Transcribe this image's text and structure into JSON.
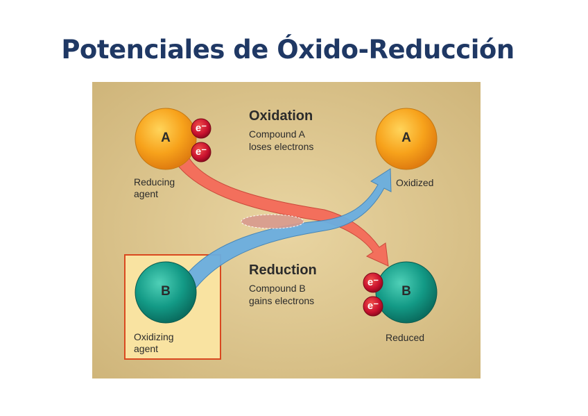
{
  "slide": {
    "title": "Potenciales de Óxido-Reducción"
  },
  "diagram": {
    "background_color": "#dcc58e",
    "oxidation": {
      "heading": "Oxidation",
      "line1": "Compound A",
      "line2": "loses electrons"
    },
    "reduction": {
      "heading": "Reduction",
      "line1": "Compound B",
      "line2": "gains electrons"
    },
    "compound_a": {
      "letter": "A",
      "color": "#f7a21b",
      "before_label_line1": "Reducing",
      "before_label_line2": "agent",
      "after_label": "Oxidized"
    },
    "compound_b": {
      "letter": "B",
      "color": "#139a86",
      "before_label_line1": "Oxidizing",
      "before_label_line2": "agent",
      "after_label": "Reduced"
    },
    "electron": {
      "symbol": "e⁻",
      "color": "#c8102e"
    },
    "arrows": {
      "oxidation_arrow_color": "#f36f5c",
      "reduction_arrow_color": "#6aaee0"
    }
  }
}
